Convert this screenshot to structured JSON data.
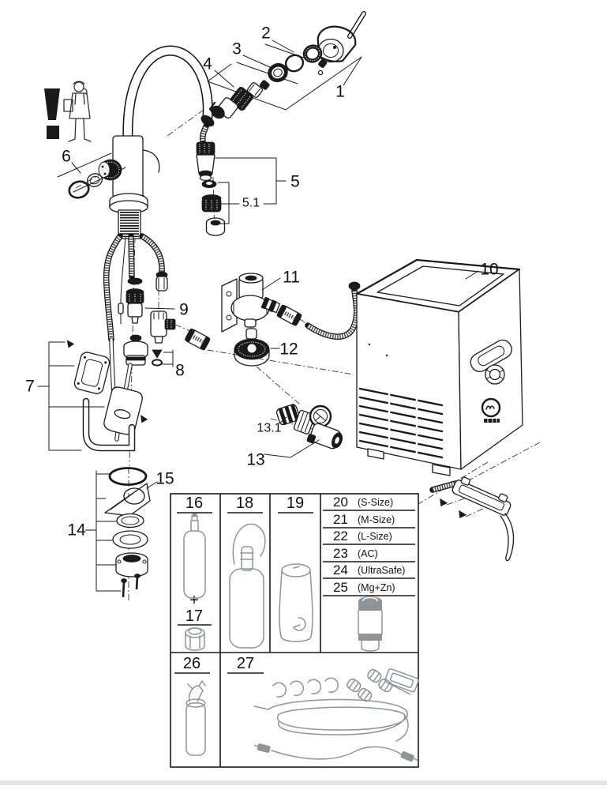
{
  "document": {
    "kind": "exploded-parts-diagram",
    "background": "#ffffff"
  },
  "colors": {
    "line": "#1a1a1a",
    "table_art": "#8f9496",
    "page_edge": "#dcdcdc"
  },
  "warning": {
    "mark": "!"
  },
  "callouts": {
    "n1": "1",
    "n2": "2",
    "n3": "3",
    "n4": "4",
    "n5": "5",
    "n5_1": "5.1",
    "n6": "6",
    "n7": "7",
    "n8": "8",
    "n9": "9",
    "n10": "10",
    "n11": "11",
    "n12": "12",
    "n13": "13",
    "n13_1": "13.1",
    "n14": "14",
    "n15": "15"
  },
  "table": {
    "headers": {
      "c16": "16",
      "plus": "+",
      "c17": "17",
      "c18": "18",
      "c19": "19",
      "c26": "26",
      "c27": "27"
    },
    "variants": [
      {
        "num": "20",
        "desc": "(S-Size)"
      },
      {
        "num": "21",
        "desc": "(M-Size)"
      },
      {
        "num": "22",
        "desc": "(L-Size)"
      },
      {
        "num": "23",
        "desc": "(AC)"
      },
      {
        "num": "24",
        "desc": "(UltraSafe)"
      },
      {
        "num": "25",
        "desc": "(Mg+Zn)"
      }
    ]
  }
}
